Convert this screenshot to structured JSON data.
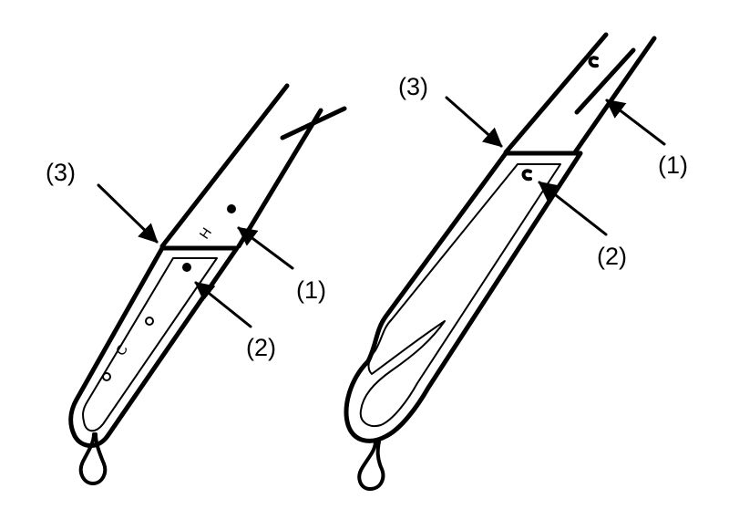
{
  "left_tube": {
    "label_1": "(1)",
    "label_2": "(2)",
    "label_3": "(3)",
    "upper_mark": "H",
    "lower_mark": "C"
  },
  "right_tube": {
    "label_1": "(1)",
    "label_2": "(2)",
    "label_3": "(3)"
  }
}
